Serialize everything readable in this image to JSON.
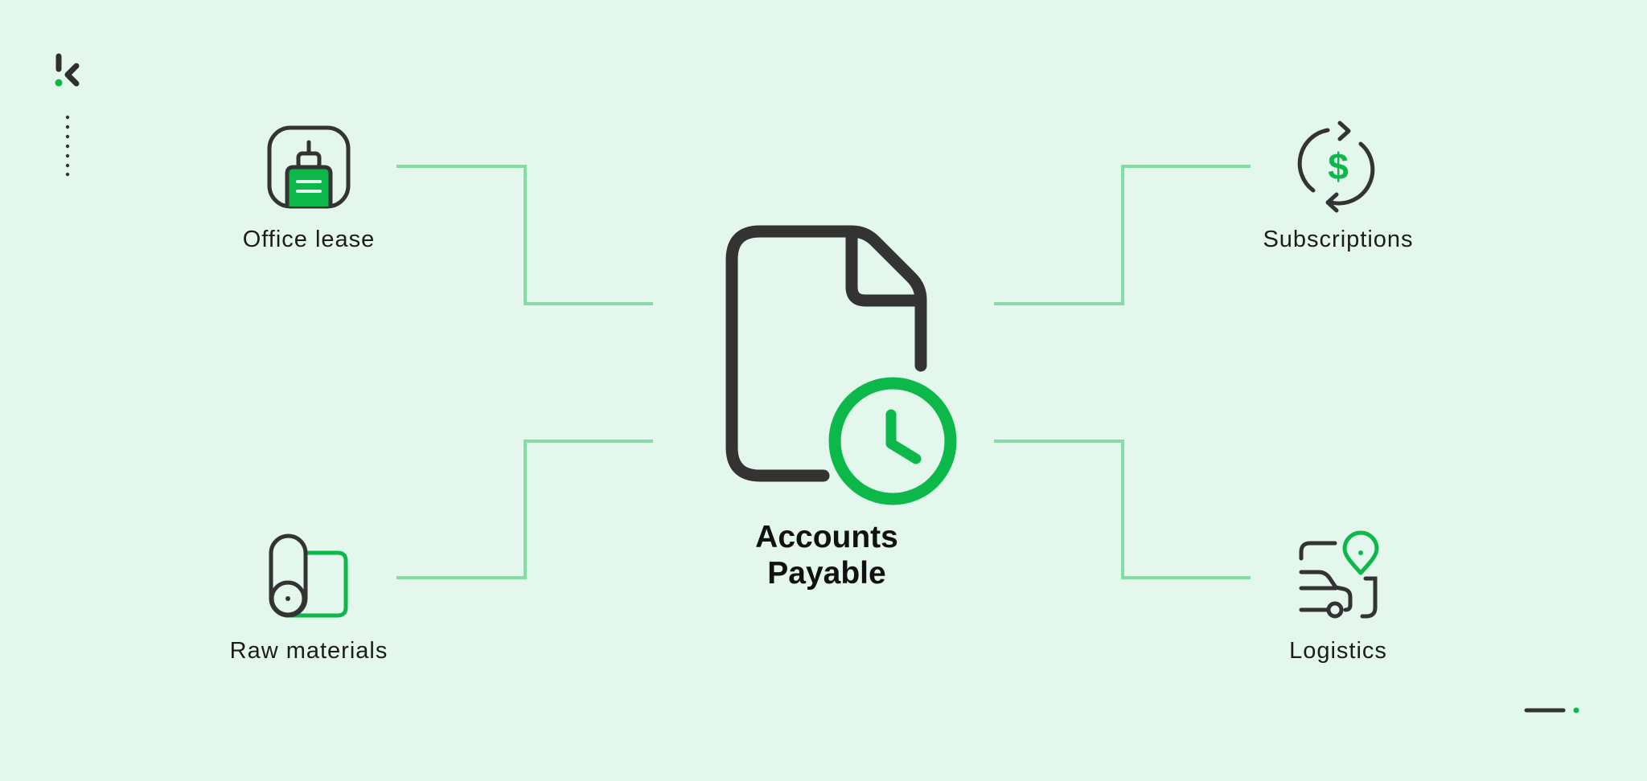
{
  "brand": {
    "logo_icon": "k-logo-icon"
  },
  "center": {
    "title_line1": "Accounts",
    "title_line2": "Payable",
    "icon": "document-clock-icon"
  },
  "nodes": {
    "office_lease": {
      "label": "Office lease",
      "icon": "office-lease-icon"
    },
    "subscriptions": {
      "label": "Subscriptions",
      "icon": "subscription-dollar-icon"
    },
    "raw_materials": {
      "label": "Raw materials",
      "icon": "raw-materials-icon"
    },
    "logistics": {
      "label": "Logistics",
      "icon": "logistics-truck-icon"
    }
  },
  "colors": {
    "background": "#e3f7ec",
    "accent": "#0cb84a",
    "connector": "#84dca6",
    "ink": "#333333"
  }
}
